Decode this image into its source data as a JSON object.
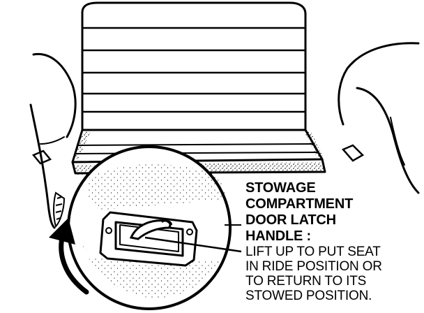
{
  "callout": {
    "title": "STOWAGE\nCOMPARTMENT\nDOOR LATCH\nHANDLE :",
    "description": "LIFT UP TO PUT SEAT\nIN RIDE POSITION OR\nTO RETURN TO ITS\nSTOWED POSITION."
  },
  "colors": {
    "ink": "#000000",
    "paper": "#ffffff"
  },
  "icons": [
    "seat-illustration",
    "latch-handle-icon",
    "curved-arrow-icon",
    "speaker-grille-icon"
  ]
}
